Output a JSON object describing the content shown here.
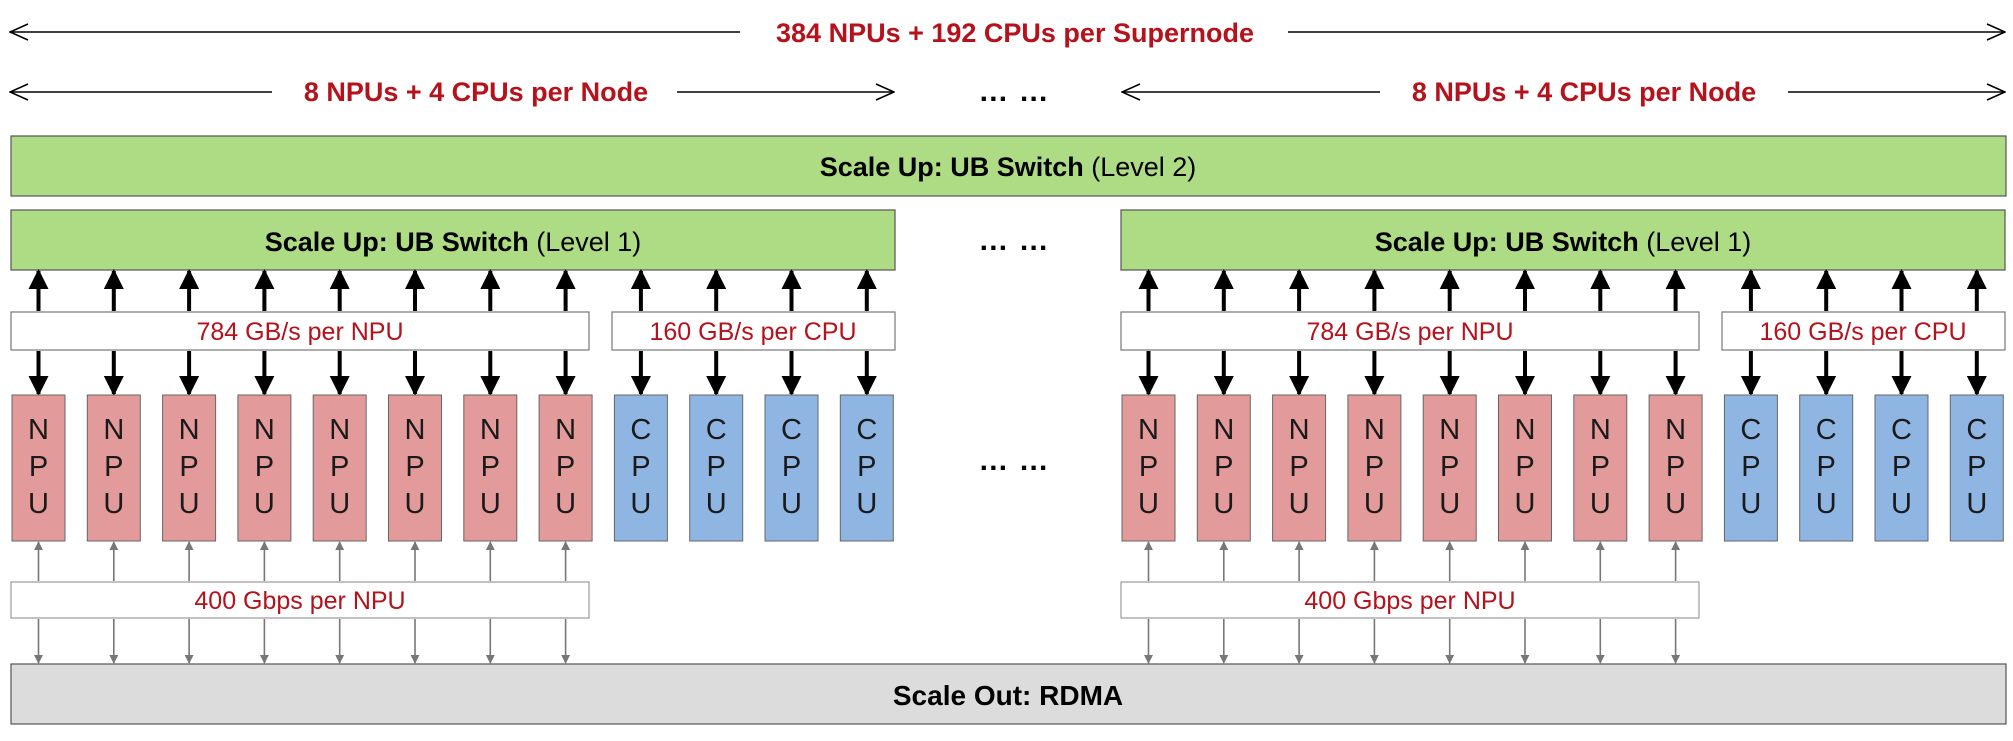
{
  "supernode_label": "384 NPUs + 192 CPUs per Supernode",
  "node_label": "8 NPUs + 4 CPUs per Node",
  "ellipsis": "… …",
  "level2": {
    "bold": "Scale Up: UB Switch",
    "rest": " (Level 2)"
  },
  "level1": {
    "bold": "Scale Up: UB Switch",
    "rest": " (Level 1)"
  },
  "npu_bandwidth": "784 GB/s per NPU",
  "cpu_bandwidth": "160 GB/s per CPU",
  "scaleout_bandwidth": "400 Gbps per NPU",
  "scaleout": "Scale Out: RDMA",
  "npu_letters": [
    "N",
    "P",
    "U"
  ],
  "cpu_letters": [
    "C",
    "P",
    "U"
  ],
  "npus_per_node": 8,
  "cpus_per_node": 4,
  "colors": {
    "red_text": "#b5121b",
    "green": "#aedc84",
    "npu": "#e29a9a",
    "cpu": "#8fb5e3",
    "rdma": "#dcdcdc"
  }
}
